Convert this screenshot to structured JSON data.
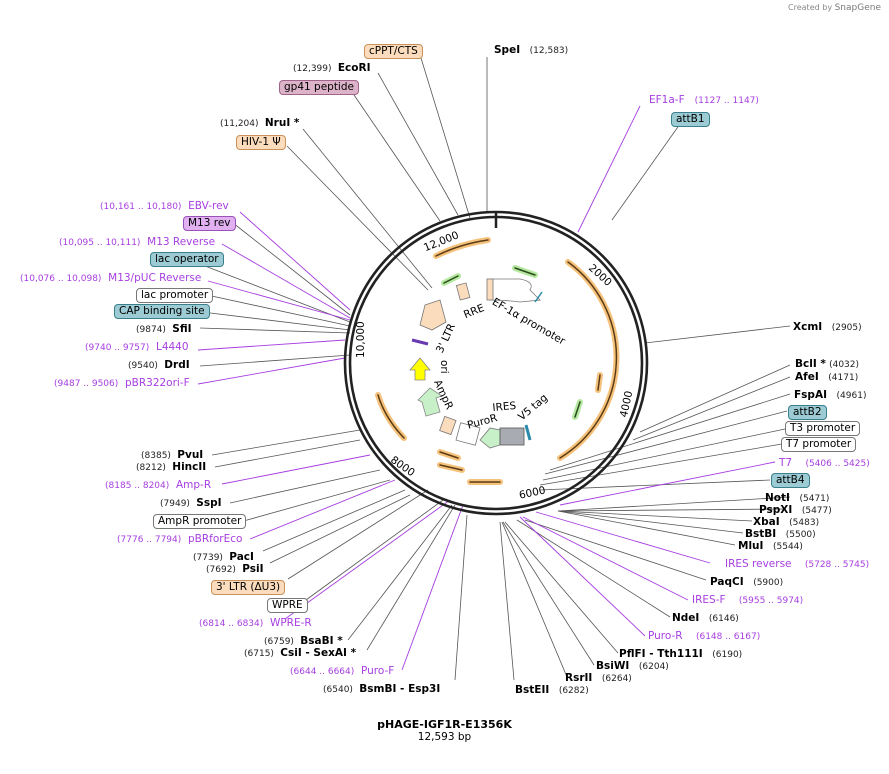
{
  "brand": {
    "prefix": "Created by",
    "name": "SnapGene"
  },
  "plasmid": {
    "name": "pHAGE-IGF1R-E1356K",
    "size": "12,593 bp"
  },
  "ticks": [
    "2000",
    "4000",
    "6000",
    "8000",
    "10,000",
    "12,000"
  ],
  "inner_features": [
    "EF-1α promoter",
    "RRE",
    "3' LTR",
    "ori",
    "AmpR",
    "PuroR",
    "IRES",
    "V5 tag"
  ],
  "colors": {
    "primer": "#a63ee0",
    "orf_arrow": "#f5c27c",
    "backbone": "#222222"
  },
  "labels": {
    "cppt": "cPPT/CTS",
    "ecori": {
      "pos": "(12,399)",
      "name": "EcoRI"
    },
    "gp41": "gp41 peptide",
    "spei": {
      "name": "SpeI",
      "pos": "(12,583)"
    },
    "ef1af": {
      "name": "EF1a-F",
      "pos": "(1127 .. 1147)"
    },
    "attb1": "attB1",
    "nrui": {
      "pos": "(11,204)",
      "name": "NruI *"
    },
    "hiv": "HIV-1 Ψ",
    "ebv": {
      "pos": "(10,161 .. 10,180)",
      "name": "EBV-rev"
    },
    "m13rev": "M13 rev",
    "m13reverse": {
      "pos": "(10,095 .. 10,111)",
      "name": "M13 Reverse"
    },
    "lacop": "lac operator",
    "m13puc": {
      "pos": "(10,076 .. 10,098)",
      "name": "M13/pUC Reverse"
    },
    "lacpro": "lac promoter",
    "cap": "CAP binding site",
    "sfii": {
      "pos": "(9874)",
      "name": "SfiI"
    },
    "l4440": {
      "pos": "(9740 .. 9757)",
      "name": "L4440"
    },
    "drdi": {
      "pos": "(9540)",
      "name": "DrdI"
    },
    "pbr322": {
      "pos": "(9487 .. 9506)",
      "name": "pBR322ori-F"
    },
    "xcmi": {
      "name": "XcmI",
      "pos": "(2905)"
    },
    "bcli": {
      "name": "BclI *",
      "pos": "(4032)"
    },
    "afei": {
      "name": "AfeI",
      "pos": "(4171)"
    },
    "fspai": {
      "name": "FspAI",
      "pos": "(4961)"
    },
    "attb2": "attB2",
    "t3": "T3 promoter",
    "t7pro": "T7 promoter",
    "t7": {
      "name": "T7",
      "pos": "(5406 .. 5425)"
    },
    "attb4": "attB4",
    "noti": {
      "name": "NotI",
      "pos": "(5471)"
    },
    "pspxi": {
      "name": "PspXI",
      "pos": "(5477)"
    },
    "xbai": {
      "name": "XbaI",
      "pos": "(5483)"
    },
    "bstbi": {
      "name": "BstBI",
      "pos": "(5500)"
    },
    "mlui": {
      "name": "MluI",
      "pos": "(5544)"
    },
    "iresrev": {
      "name": "IRES reverse",
      "pos": "(5728 .. 5745)"
    },
    "paqci": {
      "name": "PaqCI",
      "pos": "(5900)"
    },
    "iresf": {
      "name": "IRES-F",
      "pos": "(5955 .. 5974)"
    },
    "ndei": {
      "name": "NdeI",
      "pos": "(6146)"
    },
    "puror": {
      "name": "Puro-R",
      "pos": "(6148 .. 6167)"
    },
    "pflfi": {
      "name": "PflFI   - Tth111I",
      "pos": "(6190)"
    },
    "bsiwi": {
      "name": "BsiWI",
      "pos": "(6204)"
    },
    "rsrii": {
      "name": "RsrII",
      "pos": "(6264)"
    },
    "bsteii": {
      "name": "BstEII",
      "pos": "(6282)"
    },
    "pvui": {
      "pos": "(8385)",
      "name": "PvuI"
    },
    "hincii": {
      "pos": "(8212)",
      "name": "HincII"
    },
    "ampr": {
      "pos": "(8185 .. 8204)",
      "name": "Amp-R"
    },
    "sspi": {
      "pos": "(7949)",
      "name": "SspI"
    },
    "amprpro": "AmpR promoter",
    "pbrfor": {
      "pos": "(7776 .. 7794)",
      "name": "pBRforEco"
    },
    "paci": {
      "pos": "(7739)",
      "name": "PacI"
    },
    "psii": {
      "pos": "(7692)",
      "name": "PsiI"
    },
    "ltr3": "3' LTR (ΔU3)",
    "wpre": "WPRE",
    "wprer": {
      "pos": "(6814 .. 6834)",
      "name": "WPRE-R"
    },
    "bsabi": {
      "pos": "(6759)",
      "name": "BsaBI *"
    },
    "csii": {
      "pos": "(6715)",
      "name": "CsiI  - SexAI *"
    },
    "purof": {
      "pos": "(6644 .. 6664)",
      "name": "Puro-F"
    },
    "bsmbi": {
      "pos": "(6540)",
      "name": "BsmBI   - Esp3I"
    }
  }
}
